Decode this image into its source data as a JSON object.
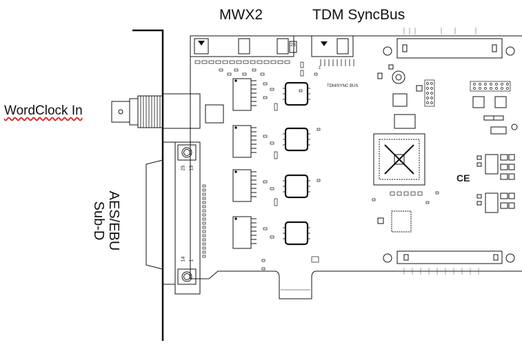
{
  "labels": {
    "mwx2": "MWX2",
    "tdm_syncbus": "TDM SyncBus",
    "wordclock_in": "WordClock In",
    "aes_ebu_line1": "AES/EBU",
    "aes_ebu_line2": "Sub-D"
  },
  "board_marks": {
    "tdm_sync_bus": "TDM/SYNC BUS",
    "pin_28": "28",
    "pin_1": "1",
    "dsub_pin_25": "25",
    "dsub_pin_13": "13",
    "dsub_pin_14": "14",
    "dsub_pin_1": "1",
    "ce_mark": "CE"
  },
  "colors": {
    "line": "#111111",
    "spellcheck_underline": "#dd2222"
  }
}
